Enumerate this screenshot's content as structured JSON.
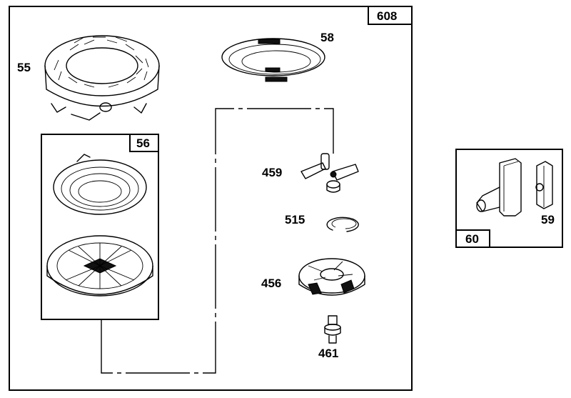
{
  "main_box": {
    "label": "608"
  },
  "sub_box_56": {
    "label": "56"
  },
  "side_box": {
    "label": "60"
  },
  "parts": {
    "p55": "55",
    "p56": "56",
    "p58": "58",
    "p459": "459",
    "p515": "515",
    "p456": "456",
    "p461": "461",
    "p59": "59",
    "p60": "60"
  },
  "icons": {
    "p55": "blower-housing-icon",
    "p56": "recoil-spring-and-pulley-icon",
    "p58": "starter-rope-icon",
    "p459": "starter-dog-icon",
    "p515": "retainer-ring-icon",
    "p456": "starter-clutch-icon",
    "p461": "pulley-screw-icon",
    "p59": "rope-handle-icon"
  }
}
